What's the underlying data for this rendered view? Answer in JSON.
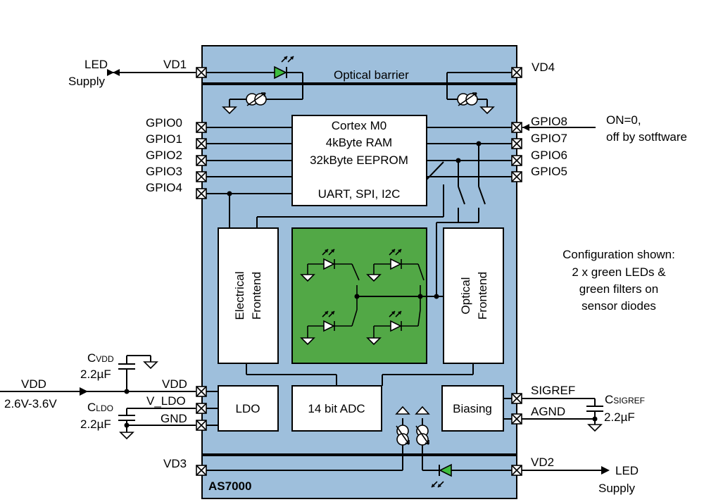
{
  "chip": {
    "name": "AS7000",
    "optical_barrier": "Optical barrier",
    "colors": {
      "body": "#9ebfdc",
      "green_block": "#52a846",
      "led_green": "#3fbf3f"
    }
  },
  "mcu": {
    "line1": "Cortex M0",
    "line2": "4kByte RAM",
    "line3": "32kByte EEPROM",
    "line4": "UART, SPI, I2C"
  },
  "blocks": {
    "electrical_frontend_l1": "Electrical",
    "electrical_frontend_l2": "Frontend",
    "optical_frontend_l1": "Optical",
    "optical_frontend_l2": "Frontend",
    "ldo": "LDO",
    "adc": "14 bit ADC",
    "biasing": "Biasing"
  },
  "pins": {
    "vd1": "VD1",
    "vd4": "VD4",
    "vd3": "VD3",
    "vd2": "VD2",
    "gpio0": "GPIO0",
    "gpio1": "GPIO1",
    "gpio2": "GPIO2",
    "gpio3": "GPIO3",
    "gpio4": "GPIO4",
    "gpio8": "GPIO8",
    "gpio7": "GPIO7",
    "gpio6": "GPIO6",
    "gpio5": "GPIO5",
    "vdd": "VDD",
    "v_ldo": "V_LDO",
    "gnd": "GND",
    "sigref": "SIGREF",
    "agnd": "AGND"
  },
  "external": {
    "led_supply_top_l1": "LED",
    "led_supply_top_l2": "Supply",
    "led_supply_bot_l1": "LED",
    "led_supply_bot_l2": "Supply",
    "on_note_l1": "ON=0,",
    "on_note_l2": "off by sotftware",
    "vdd_in": "VDD",
    "vdd_range": "2.6V-3.6V",
    "cvdd_main": "C",
    "cvdd_sub": "VDD",
    "cvdd_val": "2.2µF",
    "cldo_main": "C",
    "cldo_sub": "LDO",
    "cldo_val": "2.2µF",
    "csig_main": "C",
    "csig_sub": "SIGREF",
    "csig_val": "2.2µF"
  },
  "note": {
    "line1": "Configuration shown:",
    "line2": "2 x green LEDs &",
    "line3": "green filters on",
    "line4": "sensor diodes"
  }
}
